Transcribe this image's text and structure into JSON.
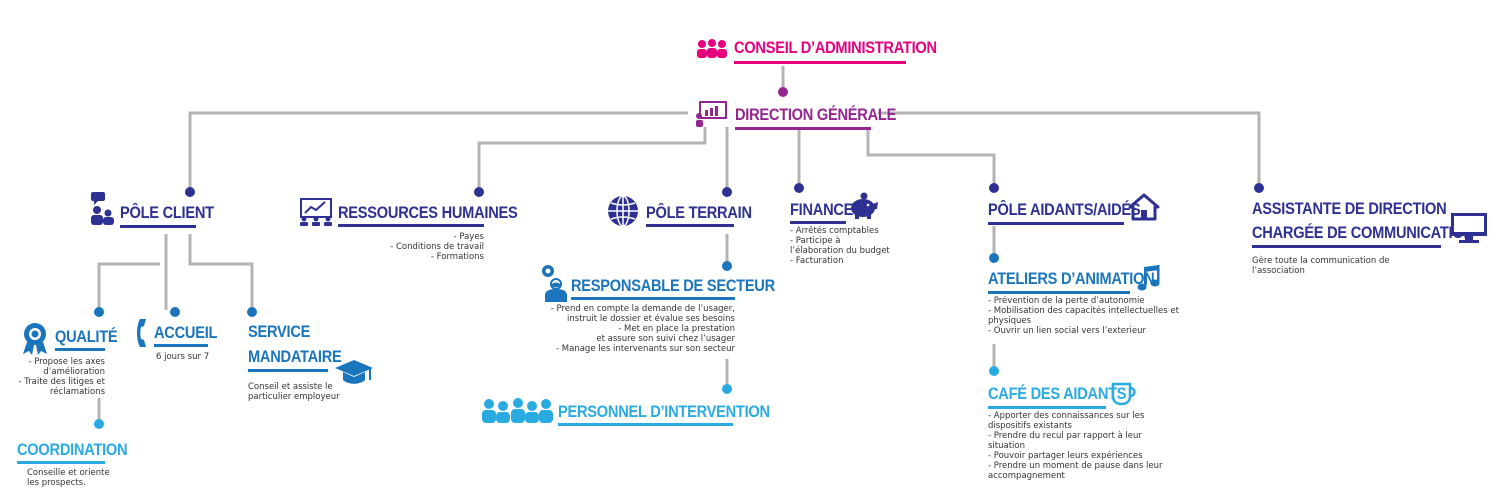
{
  "colors": {
    "magenta": "#e6007e",
    "purple": "#93278f",
    "navy": "#2e3192",
    "blue": "#1b75bc",
    "light_blue": "#29abe2",
    "line_gray": "#b3b3b3"
  },
  "conseil": {
    "title": "CONSEIL D’ADMINISTRATION",
    "icon": "people-group-icon"
  },
  "direction": {
    "title": "DIRECTION GÉNÉRALE",
    "icon": "presentation-board-icon"
  },
  "pole_client": {
    "title": "PÔLE CLIENT",
    "icon": "speech-people-icon"
  },
  "qualite": {
    "title": "QUALITÉ",
    "icon": "award-badge-icon",
    "desc": "- Propose les axes\nd’amélioration\n- Traite des litiges et\nréclamations"
  },
  "accueil": {
    "title": "ACCUEIL",
    "icon": "phone-icon",
    "desc": "6 jours sur 7"
  },
  "service": {
    "title_line1": "SERVICE",
    "title_line2": "MANDATAIRE",
    "icon": "graduation-cap-icon",
    "desc": "Conseil et assiste le\nparticulier employeur"
  },
  "coordination": {
    "title": "COORDINATION",
    "desc": "Conseille et oriente\nles prospects."
  },
  "rh": {
    "title": "RESSOURCES HUMAINES",
    "icon": "growth-chart-icon",
    "desc": "- Payes\n- Conditions de travail\n- Formations"
  },
  "pole_terrain": {
    "title": "PÔLE TERRAIN",
    "icon": "globe-icon"
  },
  "responsable": {
    "title": "RESPONSABLE DE SECTEUR",
    "icon": "gear-person-icon",
    "desc": "- Prend en compte la demande de l’usager,\ninstruit le dossier et évalue ses besoins\n- Met en place la prestation\net assure son suivi chez l’usager\n- Manage les intervenants sur son secteur"
  },
  "personnel": {
    "title": "PERSONNEL D’INTERVENTION",
    "icon": "team-icon"
  },
  "finance": {
    "title": "FINANCE",
    "icon": "piggy-bank-icon",
    "desc": "- Arrêtés comptables\n- Participe à\nl’élaboration du budget\n- Facturation"
  },
  "pole_aidants": {
    "title": "PÔLE AIDANTS/AIDÉS",
    "icon": "house-icon"
  },
  "ateliers": {
    "title": "ATELIERS D’ANIMATION",
    "icon": "music-note-icon",
    "desc": "- Prévention de la perte d’autonomie\n- Mobilisation des capacités intellectuelles et\nphysiques\n- Ouvrir un lien social vers l’exterieur"
  },
  "cafe": {
    "title": "CAFÉ DES AIDANTS",
    "icon": "coffee-cup-icon",
    "desc": "- Apporter des connaissances sur les\ndispositifs existants\n- Prendre du recul par rapport à leur\nsituation\n- Pouvoir partager leurs expériences\n- Prendre un moment de pause dans leur\naccompagnement"
  },
  "assistante": {
    "title_line1": "ASSISTANTE DE DIRECTION",
    "title_line2": "CHARGÉE DE COMMUNICATION",
    "icon": "monitor-icon",
    "desc": "Gère toute la communication de\nl’association"
  }
}
